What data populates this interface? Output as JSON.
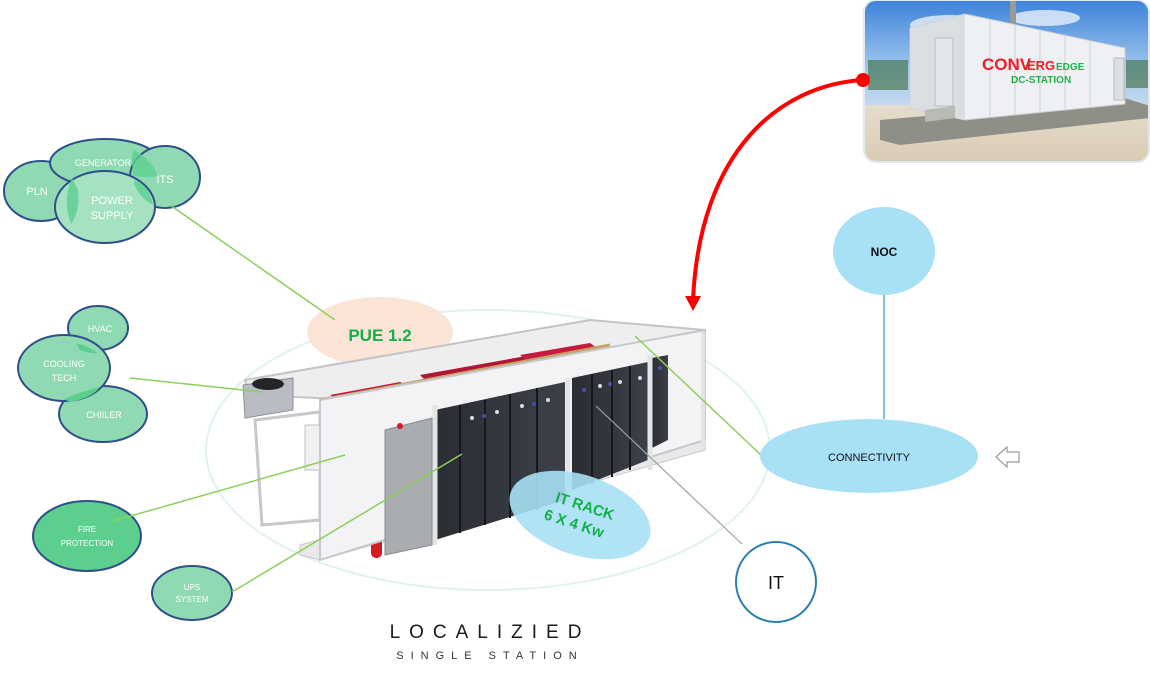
{
  "diagram": {
    "title": "LOCALIZIED",
    "subtitle": "SINGLE STATION",
    "colors": {
      "green_fill": "#8fdab2",
      "green_dark_fill": "#5ccf8e",
      "node_border": "#2f4f8a",
      "connector_green": "#8ccf5a",
      "connector_gray": "#a0a0a0",
      "blue_fill": "#a8e0f5",
      "peach_fill": "#fbe5d6",
      "label_green": "#14b04a",
      "arrow_red": "#ff0000",
      "it_border": "#2a7fb0"
    },
    "power_cluster": {
      "pln": "PLN",
      "generator": "GENERATOR",
      "its": "ITS",
      "power_supply_line1": "POWER",
      "power_supply_line2": "SUPPLY"
    },
    "cooling_cluster": {
      "hvac": "HVAC",
      "cooling_line1": "COOLING",
      "cooling_line2": "TECH",
      "chiller": "CHIILER"
    },
    "fire_protection": {
      "line1": "FIRE",
      "line2": "PROTECTION"
    },
    "ups_system": {
      "line1": "UPS",
      "line2": "SYSTEM"
    },
    "pue_label": "PUE 1.2",
    "it_rack": {
      "line1": "IT RACK",
      "line2": "6 X 4 Kw"
    },
    "it_node": "IT",
    "noc_node": "NOC",
    "connectivity_node": "CONNECTIVITY",
    "photo": {
      "brand_red": "CONV",
      "brand_green1": "ERG",
      "brand_green2": "EDGE",
      "brand_line2": "DC-STATION"
    }
  }
}
